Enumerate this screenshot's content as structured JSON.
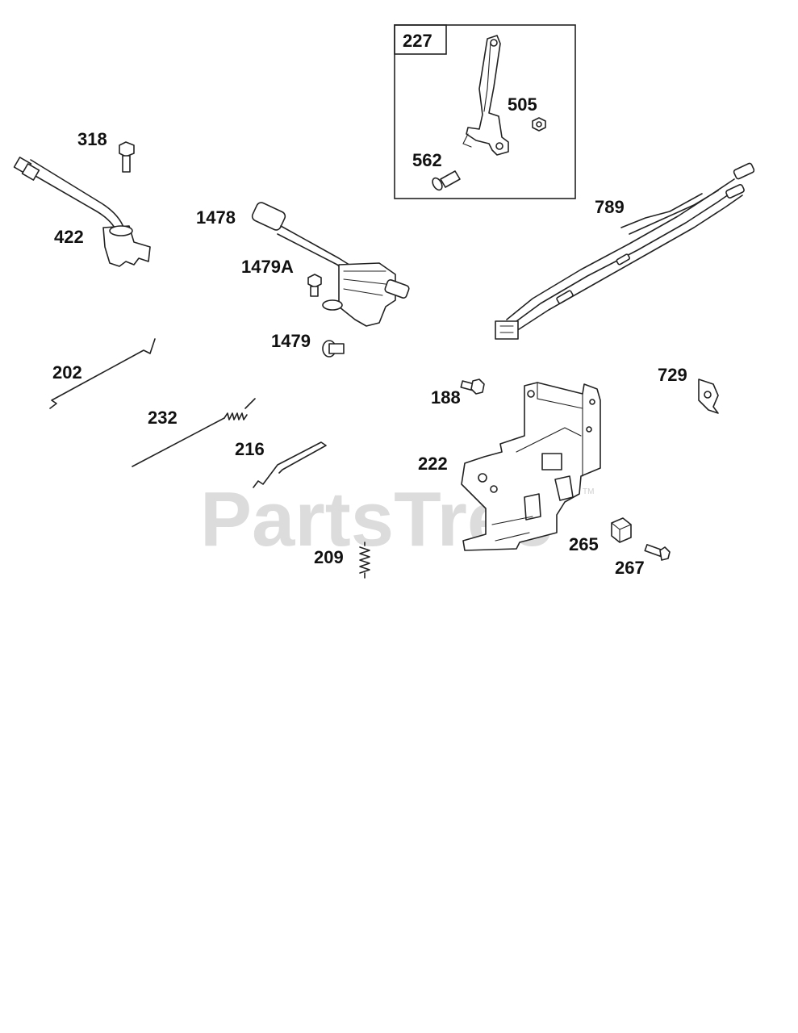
{
  "watermark": {
    "text": "PartsTree",
    "tm": "TM"
  },
  "callouts": {
    "p227": "227",
    "p505": "505",
    "p562": "562",
    "p318": "318",
    "p422": "422",
    "p1478": "1478",
    "p1479A": "1479A",
    "p1479": "1479",
    "p789": "789",
    "p202": "202",
    "p232": "232",
    "p216": "216",
    "p188": "188",
    "p729": "729",
    "p222": "222",
    "p209": "209",
    "p265": "265",
    "p267": "267"
  },
  "icons": {
    "p227": "throttle-lever-icon",
    "p505": "nut-icon",
    "p562": "pin-icon",
    "p318": "screw-icon",
    "p422": "ground-wire-icon",
    "p1478": "solenoid-icon",
    "p1479A": "screw-icon",
    "p1479": "screw-icon",
    "p789": "wire-harness-icon",
    "p202": "link-rod-icon",
    "p232": "spring-link-icon",
    "p216": "link-icon",
    "p188": "screw-icon",
    "p729": "clip-icon",
    "p222": "control-bracket-icon",
    "p209": "spring-icon",
    "p265": "block-icon",
    "p267": "screw-icon"
  }
}
